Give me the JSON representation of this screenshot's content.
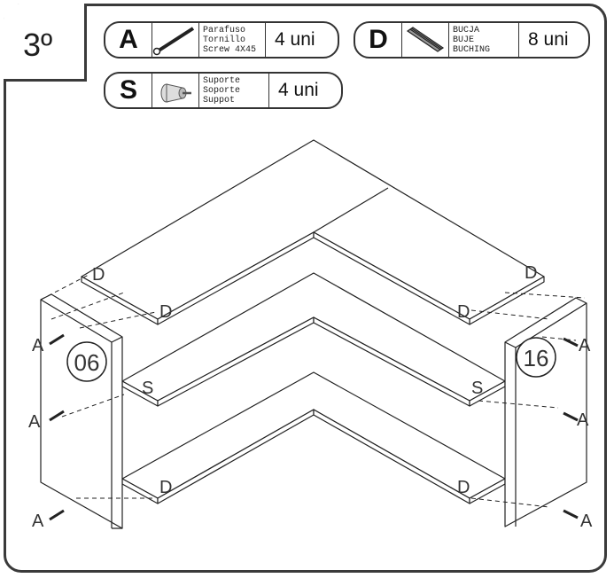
{
  "step": {
    "label": "3º"
  },
  "parts": {
    "a": {
      "letter": "A",
      "names": [
        "Parafuso",
        "Tornillo",
        "Screw 4X45"
      ],
      "qty": "4 uni"
    },
    "d": {
      "letter": "D",
      "names": [
        "BUCJA",
        "BUJE",
        "BUCHING"
      ],
      "qty": "8 uni"
    },
    "s": {
      "letter": "S",
      "names": [
        "Suporte",
        "Soporte",
        "Suppot"
      ],
      "qty": "4 uni"
    }
  },
  "panels": {
    "left": "06",
    "right": "16"
  },
  "callouts": {
    "screw": "A",
    "dowel": "D",
    "support": "S"
  }
}
